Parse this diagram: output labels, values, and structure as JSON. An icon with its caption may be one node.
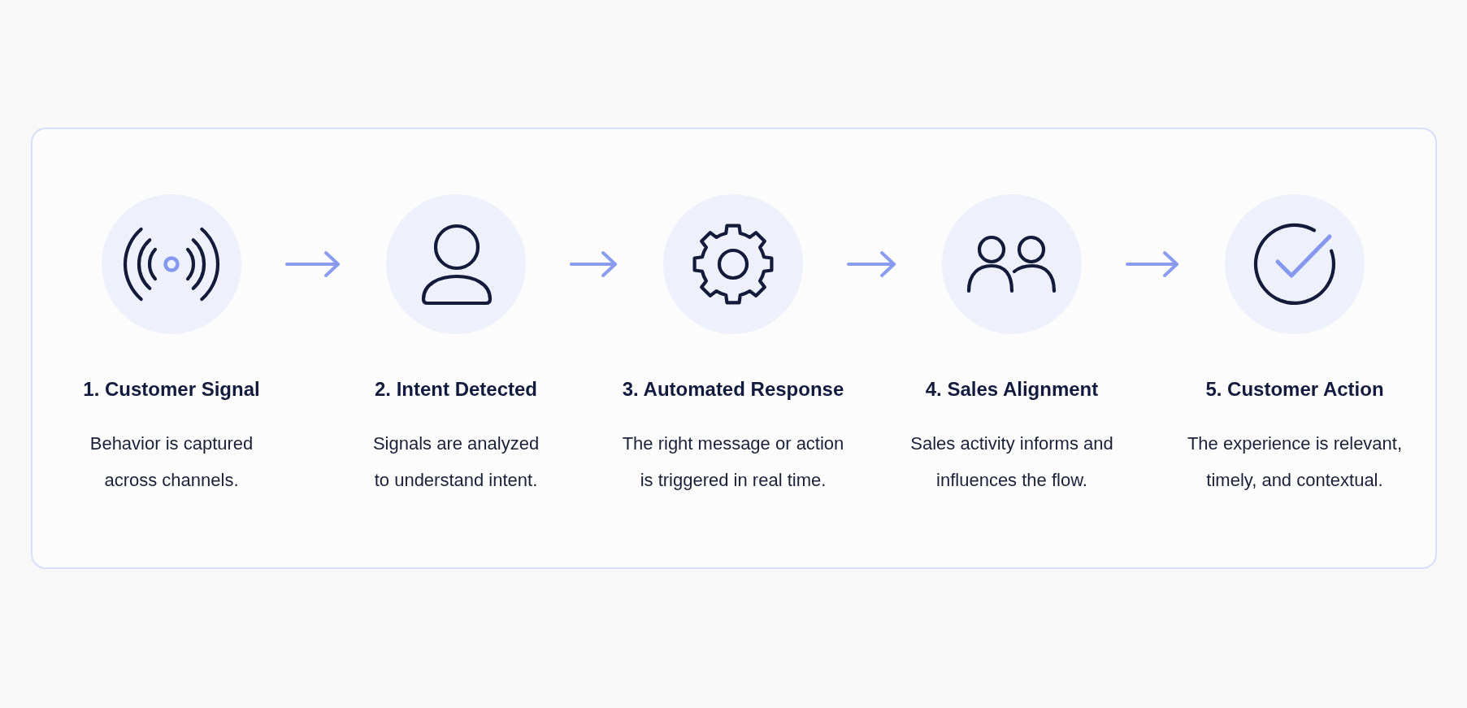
{
  "diagram": {
    "nodes": [
      {
        "text": [],
        "shape": "box"
      },
      {
        "text": [
          "1. Customer Signal",
          "Behavior is captured across channels."
        ],
        "in": 0
      },
      {
        "text": [
          "2. Intent Detected",
          "Signals are analyzed to understand intent."
        ],
        "in": 0
      },
      {
        "text": [
          "3. Automated Response",
          "The right message or action is triggered in real time."
        ],
        "in": 0
      },
      {
        "text": [
          "4. Sales Alignment",
          "Sales activity informs and influences the flow."
        ],
        "in": 0
      },
      {
        "text": [
          "5. Customer Action",
          "The experience is relevant, timely, and contextual."
        ],
        "in": 0
      }
    ],
    "edges": [
      {
        "from": 1,
        "to": 2,
        "arrow": "to"
      },
      {
        "from": 2,
        "to": 3,
        "arrow": "to"
      },
      {
        "from": 3,
        "to": 4,
        "arrow": "to"
      },
      {
        "from": 4,
        "to": 5,
        "arrow": "to"
      }
    ]
  }
}
